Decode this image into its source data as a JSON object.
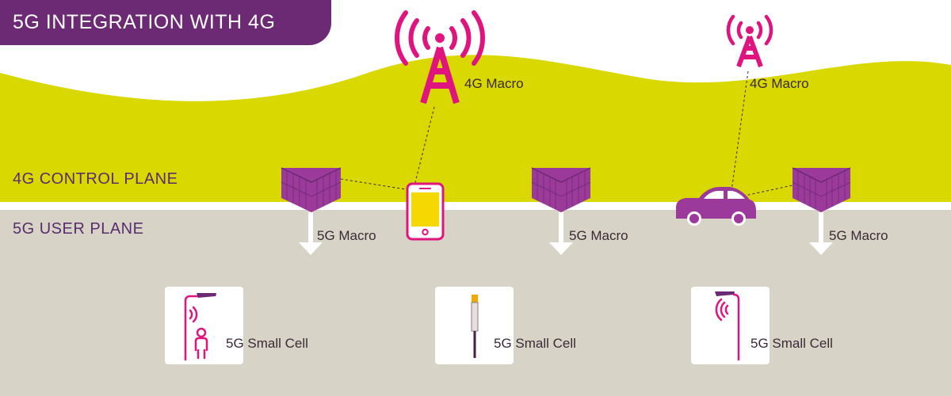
{
  "title": "5G INTEGRATION WITH 4G",
  "planes": {
    "control": "4G CONTROL PLANE",
    "user": "5G USER PLANE"
  },
  "macro_towers": [
    "4G Macro",
    "4G Macro"
  ],
  "nodes": [
    "5G Macro",
    "5G Macro",
    "5G Macro"
  ],
  "small_cells": [
    "5G Small Cell",
    "5G Small Cell",
    "5G Small Cell"
  ],
  "colors": {
    "title_bg": "#6b2a73",
    "hill": "#d9d800",
    "ground": "#d8d3c7",
    "magenta": "#e0147f",
    "purple": "#9b3a9b",
    "phone_screen": "#f5d800"
  }
}
